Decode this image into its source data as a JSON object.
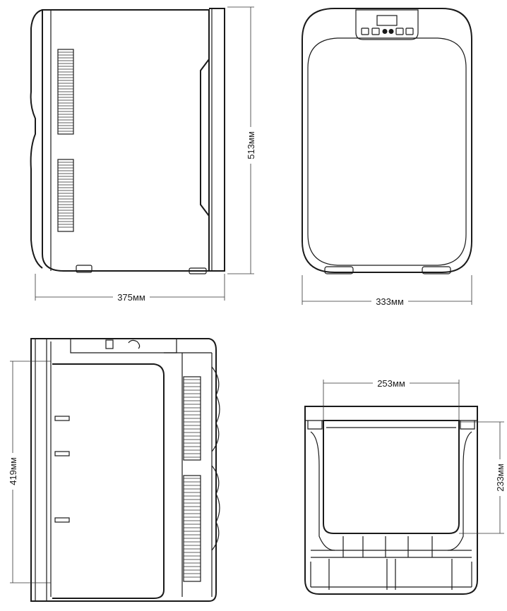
{
  "dimensions": {
    "side_depth": "375мм",
    "side_height": "513мм",
    "front_width": "333мм",
    "inner_height": "419мм",
    "inner_width": "253мм",
    "inner_depth": "233мм"
  }
}
